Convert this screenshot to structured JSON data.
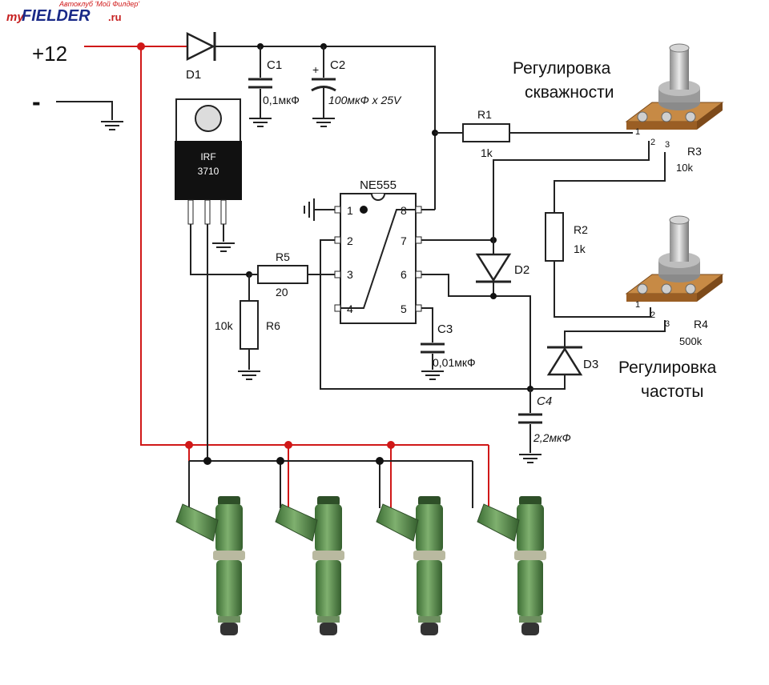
{
  "logo": {
    "prefix": "my",
    "brand": "FIELDER",
    "suffix": ".ru",
    "tagline": "Автоклуб 'Мой Филдер'"
  },
  "power": {
    "plus": "+12",
    "minus": "-"
  },
  "components": {
    "d1": "D1",
    "c1": {
      "name": "C1",
      "value": "0,1мкФ"
    },
    "c2": {
      "name": "C2",
      "plus": "+",
      "value": "100мкФ x 25V"
    },
    "mosfet": {
      "line1": "IRF",
      "line2": "3710"
    },
    "ic": {
      "name": "NE555",
      "pins": [
        "1",
        "2",
        "3",
        "4",
        "5",
        "6",
        "7",
        "8"
      ]
    },
    "r1": {
      "name": "R1",
      "value": "1k"
    },
    "r2": {
      "name": "R2",
      "value": "1k"
    },
    "r3": {
      "name": "R3",
      "value": "10k",
      "pins": [
        "1",
        "2",
        "3"
      ]
    },
    "r4": {
      "name": "R4",
      "value": "500k",
      "pins": [
        "1",
        "2",
        "3"
      ]
    },
    "r5": {
      "name": "R5",
      "value": "20"
    },
    "r6": {
      "name": "R6",
      "value": "10k"
    },
    "c3": {
      "name": "C3",
      "value": "0,01мкФ"
    },
    "c4": {
      "name": "C4",
      "value": "2,2мкФ"
    },
    "d2": "D2",
    "d3": "D3"
  },
  "labels": {
    "duty_line1": "Регулировка",
    "duty_line2": "скважности",
    "freq_line1": "Регулировка",
    "freq_line2": "частоты"
  },
  "colors": {
    "wire": "#222222",
    "supply": "#d01818",
    "injector": "#4f8a45",
    "pot": "#b8752e"
  }
}
